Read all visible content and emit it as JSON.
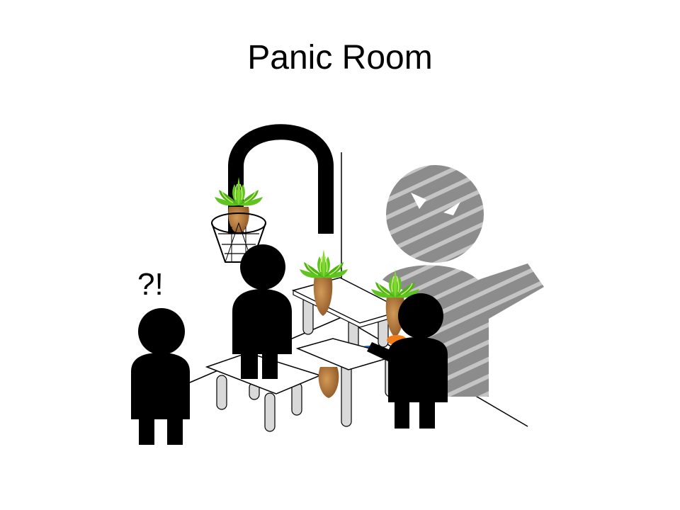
{
  "slide": {
    "title": "Panic Room"
  },
  "scene": {
    "exclamation": "?!",
    "figures": [
      "shadow-intruder",
      "panicked-person",
      "person-on-table",
      "person-reaching"
    ],
    "props": [
      "ceiling-hook",
      "hanging-basket",
      "potted-plant",
      "potted-plant",
      "potted-plant",
      "folding-tables",
      "bowls"
    ]
  },
  "colors": {
    "text": "#000000",
    "silhouette": "#000000",
    "shadow": "#8c8c8c",
    "shadow_stripe": "#c4c4c4",
    "leaf": "#5fc41f",
    "leaf_highlight": "#c8f07a",
    "pot": "#b07a3c",
    "bowl_blue": "#1f6fc4",
    "bowl_orange": "#f07d18",
    "table_leg": "#d9d9d9"
  }
}
